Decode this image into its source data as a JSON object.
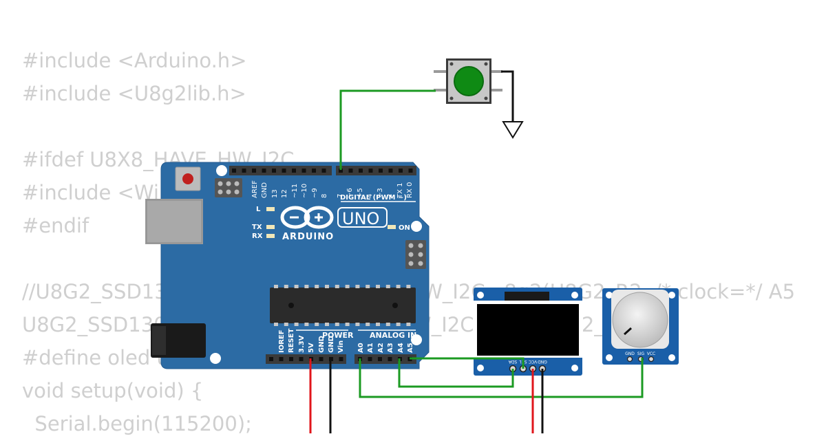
{
  "code_lines": [
    "#include <Arduino.h>",
    "#include <U8g2lib.h>",
    "",
    "#ifdef U8X8_HAVE_HW_I2C",
    "#include <Wire.h>",
    "#endif",
    "",
    "//U8G2_SSD1306_128X64_NONAME_F_SW_I2C u8g2(U8G2_R2, /* clock=*/ A5",
    "U8G2_SSD1306_128X64_NONAME_F_HW_I2C u8g2(U8G2_R0",
    "#define oled u8g2",
    "void setup(void) {",
    "  Serial.begin(115200);"
  ],
  "board": {
    "logo_text": "UNO",
    "brand": "ARDUINO",
    "digital_header": "DIGITAL (PWM ~)",
    "digital_pins": [
      "AREF",
      "GND",
      "13",
      "12",
      "~11",
      "~10",
      "~9",
      "8",
      "7",
      "~6",
      "~5",
      "4",
      "~3",
      "2",
      "TX 1",
      "RX 0"
    ],
    "power_label": "POWER",
    "analog_label": "ANALOG IN",
    "power_pins": [
      "IOREF",
      "RESET",
      "3.3V",
      "5V",
      "GND",
      "GND",
      "Vin"
    ],
    "analog_pins": [
      "A0",
      "A1",
      "A2",
      "A3",
      "A4",
      "A5"
    ],
    "led_l": "L",
    "led_tx": "TX",
    "led_rx": "RX",
    "led_on": "ON"
  },
  "oled": {
    "pins": [
      "GND",
      "VCC",
      "SCL",
      "SDA"
    ]
  },
  "potentiometer": {
    "pins": [
      "GND",
      "SIG",
      "VCC"
    ]
  },
  "colors": {
    "board": "#2c6ba4",
    "board_dark": "#1f5283",
    "wire_green": "#1b9a22",
    "wire_red": "#e0151b",
    "wire_black": "#111111",
    "code_text": "#cfcfcf",
    "button_cap": "#0f8a14",
    "module_blue": "#1a5fa8"
  }
}
